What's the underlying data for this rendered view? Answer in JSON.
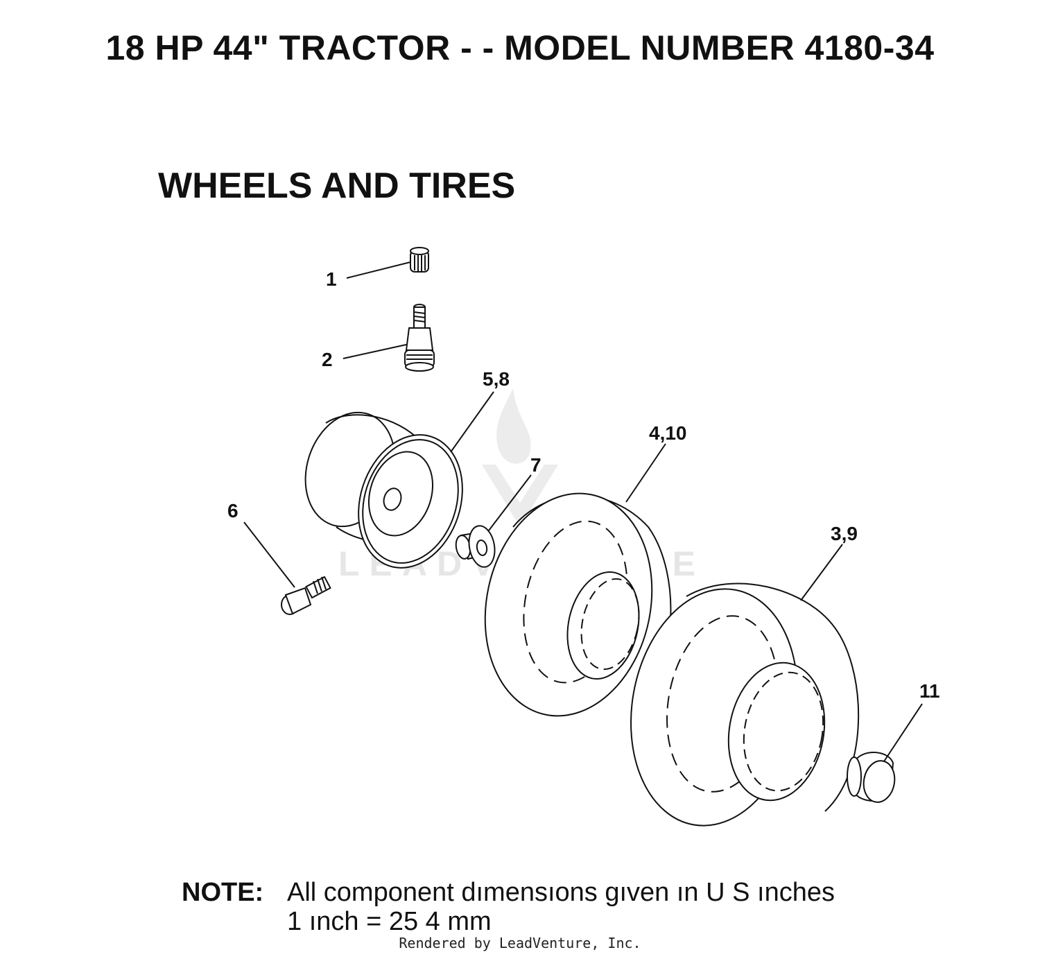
{
  "title": "18 HP 44\" TRACTOR - - MODEL NUMBER 4180-34",
  "subtitle": "WHEELS AND TIRES",
  "callouts": {
    "c1": "1",
    "c2": "2",
    "c58": "5,8",
    "c410": "4,10",
    "c7": "7",
    "c6": "6",
    "c39": "3,9",
    "c11": "11"
  },
  "watermark": "LEADVENTURE",
  "note": {
    "label": "NOTE:",
    "line1": "All component dımensıons gıven ın U S  ınches",
    "line2": "1 ınch = 25 4 mm"
  },
  "footer": "Rendered by LeadVenture, Inc."
}
